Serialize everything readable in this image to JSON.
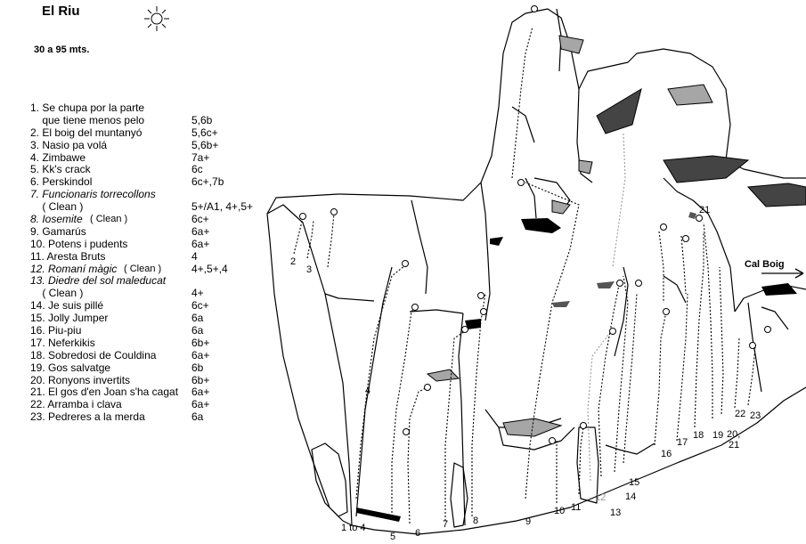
{
  "header": {
    "title": "El Riu",
    "subtitle": "30 a 95 mts."
  },
  "routes": [
    {
      "name": "1. Se chupa por la parte",
      "grade": ""
    },
    {
      "name": "    que tiene menos pelo",
      "grade": "5,6b"
    },
    {
      "name": "2. El boig del muntanyó",
      "grade": "5,6c+"
    },
    {
      "name": "3. Nasio pa volá",
      "grade": "5,6b+"
    },
    {
      "name": "4. Zimbawe",
      "grade": "7a+"
    },
    {
      "name": "5. Kk's crack",
      "grade": "6c"
    },
    {
      "name": "6. Perskindol",
      "grade": "6c+,7b"
    },
    {
      "name": "7. Funcionaris torrecollons",
      "grade": "",
      "italic": true
    },
    {
      "name": "    ( Clean )",
      "grade": "5+/A1, 4+,5+"
    },
    {
      "name": "8. Iosemite",
      "clean": "( Clean )",
      "grade": "6c+",
      "italic": true
    },
    {
      "name": "9. Gamarús",
      "grade": "6a+"
    },
    {
      "name": "10. Potens i pudents",
      "grade": "6a+"
    },
    {
      "name": "11. Aresta Bruts",
      "grade": "4"
    },
    {
      "name": "12. Romaní màgic",
      "clean": "( Clean )",
      "grade": "4+,5+,4",
      "italic": true
    },
    {
      "name": "13. Diedre del sol maleducat",
      "grade": "",
      "italic": true
    },
    {
      "name": "    ( Clean )",
      "grade": "4+"
    },
    {
      "name": "14. Je suis pillé",
      "grade": "6c+"
    },
    {
      "name": "15. Jolly Jumper",
      "grade": "6a"
    },
    {
      "name": "16. Piu-piu",
      "grade": "6a"
    },
    {
      "name": "17. Neferkikis",
      "grade": "6b+"
    },
    {
      "name": "18. Sobredosi de Couldina",
      "grade": "6a+"
    },
    {
      "name": "19. Gos salvatge",
      "grade": "6b"
    },
    {
      "name": "20. Ronyons invertits",
      "grade": "6b+"
    },
    {
      "name": "21. El gos d'en Joan s'ha cagat",
      "grade": "6a+"
    },
    {
      "name": "22. Arramba i clava",
      "grade": "6a+"
    },
    {
      "name": "23. Pedreres a la merda",
      "grade": "6a"
    }
  ],
  "labels": {
    "r2": "2",
    "r3": "3",
    "r4": "4",
    "r1to4": "1 to 4",
    "r5": "5",
    "r6": "6",
    "r7": "7",
    "r8": "8",
    "r9": "9",
    "r10": "10",
    "r11": "11",
    "r12": "12",
    "r13": "13",
    "r14": "14",
    "r15": "15",
    "r16": "16",
    "r17": "17",
    "r18": "18",
    "r19": "19",
    "r20_21": "20,",
    "r21b": "21",
    "r21top": "21",
    "r22": "22",
    "r23": "23",
    "cal_boig": "Cal Boig"
  },
  "colors": {
    "ink": "#000000",
    "shade": "#a6a6a6",
    "route12": "#999999"
  }
}
